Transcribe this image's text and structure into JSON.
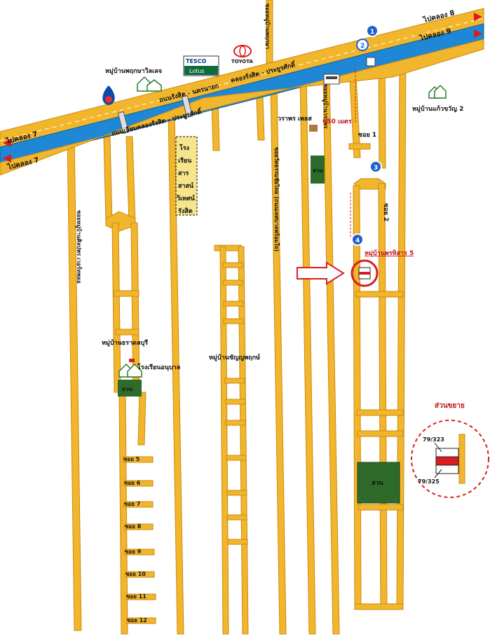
{
  "roads": {
    "to_khlong7_top": "ไปคลอง 7",
    "to_khlong7_bottom": "ไปคลอง 7",
    "to_khlong8": "ไปคลอง 8",
    "to_khlong9": "ไปคลอง 9",
    "road_rangsit_nakhonnayok": "ถนนรังสิต - นครนายก",
    "canal_rangsit_prayurasak": "คลองรังสิต - ประยูรศักดิ์",
    "road_lieb_canal": "ถนนเลียบคลองรังสิต - ประยูรศักดิ์",
    "soi_left": "ซอยหมู่บ้านศิลปพร เวอร์ทพลอ",
    "soi_mid": "ซอยวัดธรรมชัยไทย (ถนนเทศบาลพร้อมใจ)",
    "soi_mid_top": "ซอยหมู่บ้านพฤกษา",
    "soi_right": "ซอยหมู่บ้านวราพร"
  },
  "places": {
    "village_pruksa": "หมู่บ้านพฤกษาวิลเลจ",
    "tesco_brand": "TESCO",
    "tesco_lotus": "Lotus",
    "toyota": "TOYOTA",
    "village_kaewkwan": "หมู่บ้านแก้วขวัญ 2",
    "school_line1": "โรง",
    "school_line2": "เรียน",
    "school_line3": "สาร",
    "school_line4": "สาสน์",
    "school_line5": "วิเทศน์",
    "school_line6": "รังสิต",
    "warapor_place": "วราพร เพลส",
    "distance": "650 เมตร",
    "soi1": "ซอย 1",
    "soi2": "ซอย 2",
    "village_target": "หมู่บ้านพรทิสาร 5",
    "village_thanaburi": "หมู่บ้านธราดลบุรี",
    "school_anuban": "โรงเรียนอนุบาล",
    "village_chanyapruk": "หมู่บ้านชัญญพฤกษ์",
    "park1": "สวน",
    "park2": "สวน",
    "park3": "สวน"
  },
  "marker_numbers": [
    "1",
    "2",
    "3",
    "4"
  ],
  "side_sois": [
    "ซอย 5",
    "ซอย 6",
    "ซอย 7",
    "ซอย 8",
    "ซอย 9",
    "ซอย 10",
    "ซอย 11",
    "ซอย 12"
  ],
  "zoom": {
    "title": "ส่วนขยาย",
    "plot_a": "79/323",
    "plot_b": "79/325"
  },
  "colors": {
    "road": "#f2b62c",
    "road_edge": "#c98a12",
    "canal": "#1e88d6",
    "park": "#2e6b2a",
    "accent": "#d81e1e"
  }
}
